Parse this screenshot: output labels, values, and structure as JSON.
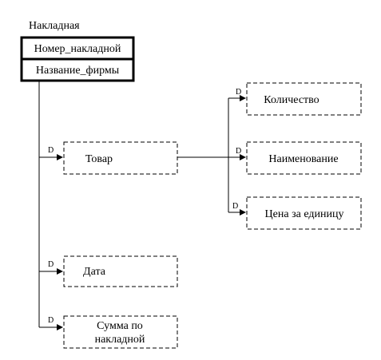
{
  "title": "Накладная",
  "root_fields": [
    "Номер_накладной",
    "Название_фирмы"
  ],
  "relation_marker": "D",
  "children": {
    "tovar": "Товар",
    "data": "Дата",
    "summa": [
      "Сумма по",
      "накладной"
    ]
  },
  "tovar_children": {
    "kolichestvo": "Количество",
    "naimenovanie": "Наименование",
    "cena": "Цена за единицу"
  }
}
